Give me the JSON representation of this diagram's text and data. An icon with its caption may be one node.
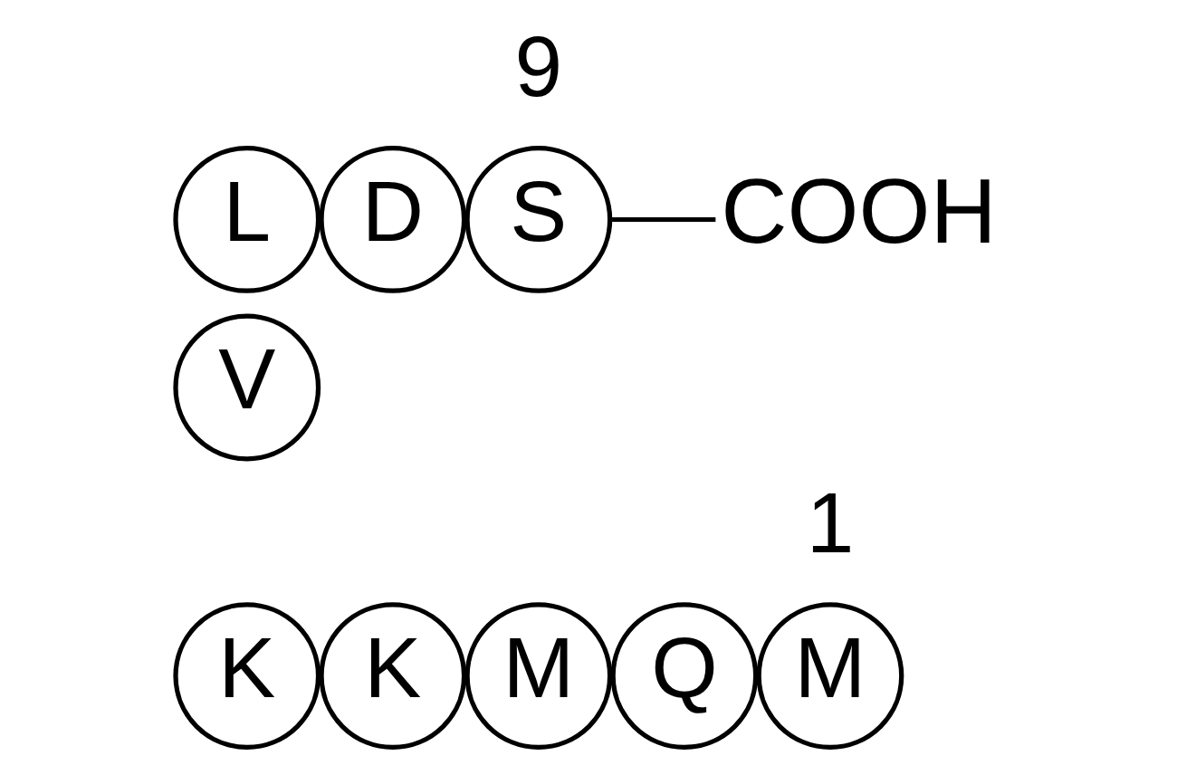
{
  "diagram": {
    "nodes": [
      {
        "text": [
          "M"
        ],
        "beside": [
          "1"
        ]
      },
      {
        "text": [
          "Q"
        ]
      },
      {
        "text": [
          "M"
        ]
      },
      {
        "text": [
          "K"
        ]
      },
      {
        "text": [
          "K"
        ]
      },
      {
        "text": [
          "V"
        ]
      },
      {
        "text": [
          "L"
        ]
      },
      {
        "text": [
          "D"
        ]
      },
      {
        "text": [
          "S"
        ],
        "beside": [
          "9"
        ]
      },
      {
        "text": [
          "COOH"
        ]
      }
    ],
    "edges": [
      {
        "from": 8,
        "to": 9,
        "arrow": "none"
      }
    ]
  }
}
